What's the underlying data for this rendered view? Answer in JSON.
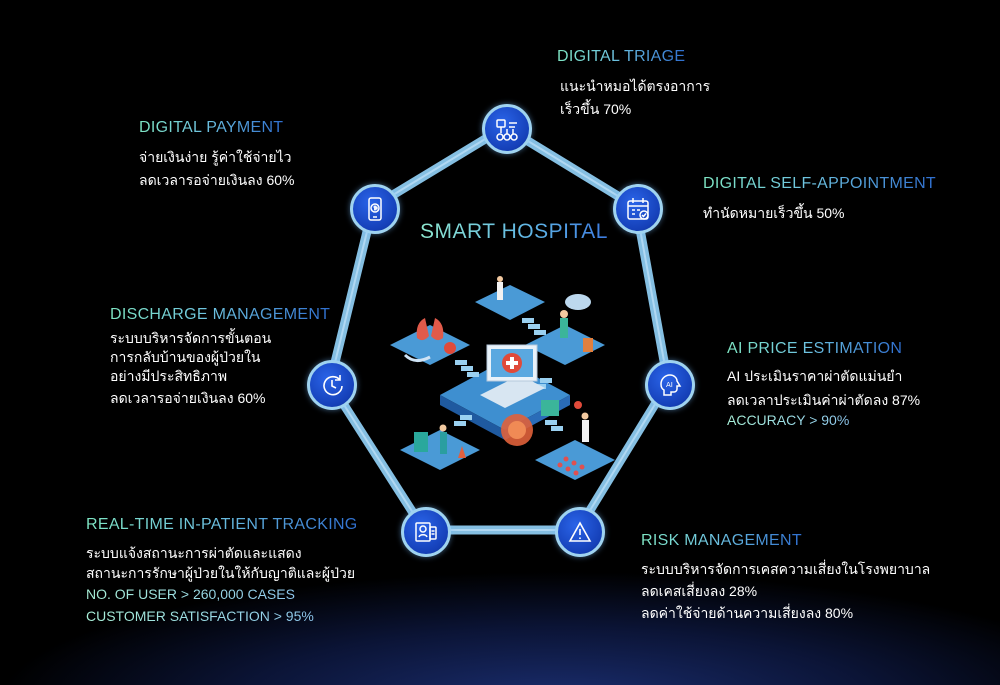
{
  "center": {
    "title": "SMART HOSPITAL"
  },
  "blocks": {
    "triage": {
      "title": "DIGITAL TRIAGE",
      "lines": [
        "แนะนำหมอได้ตรงอาการ",
        "เร็วขึ้น 70%"
      ]
    },
    "payment": {
      "title": "DIGITAL PAYMENT",
      "lines": [
        "จ่ายเงินง่าย รู้ค่าใช้จ่ายไว",
        "ลดเวลารอจ่ายเงินลง 60%"
      ]
    },
    "appointment": {
      "title": "DIGITAL SELF-APPOINTMENT",
      "lines": [
        "ทำนัดหมายเร็วขึ้น 50%"
      ]
    },
    "discharge": {
      "title": "DISCHARGE MANAGEMENT",
      "lines": [
        "ระบบบริหารจัดการขั้นตอน",
        "การกลับบ้านของผู้ป่วยใน",
        "อย่างมีประสิทธิภาพ",
        "ลดเวลารอจ่ายเงินลง 60%"
      ]
    },
    "price": {
      "title": "AI PRICE ESTIMATION",
      "lines": [
        "AI ประเมินราคาผ่าตัดแม่นยำ",
        "ลดเวลาประเมินค่าผ่าตัดลง 87%",
        "ACCURACY > 90%"
      ]
    },
    "tracking": {
      "title": "REAL-TIME IN-PATIENT TRACKING",
      "lines": [
        "ระบบแจ้งสถานะการผ่าตัดและแสดง",
        "สถานะการรักษาผู้ป่วยในให้กับญาติและผู้ป่วย",
        "NO. OF USER > 260,000 CASES",
        "CUSTOMER SATISFACTION > 95%"
      ]
    },
    "risk": {
      "title": "RISK MANAGEMENT",
      "lines": [
        "ระบบบริหารจัดการเคสความเสี่ยงในโรงพยาบาล",
        "ลดเคสเสี่ยงลง 28%",
        "ลดค่าใช้จ่ายด้านความเสี่ยงลง 80%"
      ]
    }
  },
  "icons": {
    "triage": "triage-icon",
    "appointment": "calendar-icon",
    "price": "ai-brain-icon",
    "risk": "warning-icon",
    "tracking": "patient-tracking-icon",
    "discharge": "clock-icon",
    "payment": "mobile-payment-icon"
  },
  "colors": {
    "ring": "#9fd3f0",
    "node": "#1f55d6",
    "title_start": "#7fe6c4",
    "title_end": "#2f6fd0"
  }
}
